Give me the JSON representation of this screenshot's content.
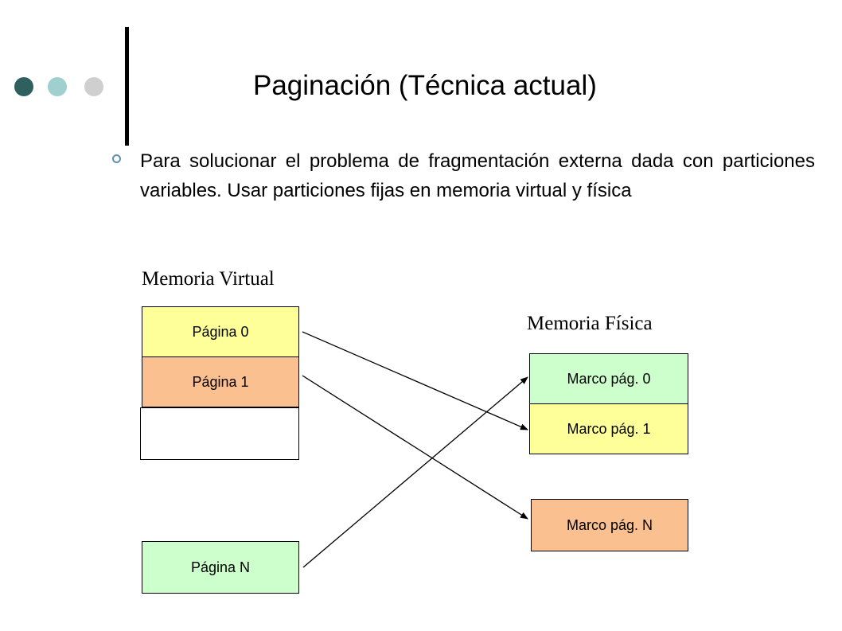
{
  "slide": {
    "title": "Paginación (Técnica actual)",
    "bullet": "Para solucionar el problema de fragmentación externa dada con particiones variables. Usar particiones fijas en memoria virtual y física"
  },
  "diagram": {
    "virtual_label": "Memoria Virtual",
    "physical_label": "Memoria Física",
    "virtual_pages": [
      {
        "label": "Página 0",
        "color": "#ffff99"
      },
      {
        "label": "Página 1",
        "color": "#fac090"
      },
      {
        "label": "",
        "color": "#ffffff"
      },
      {
        "label": "Página N",
        "color": "#ccffcc"
      }
    ],
    "frames": [
      {
        "label": "Marco pág. 0",
        "color": "#ccffcc"
      },
      {
        "label": "Marco pág. 1",
        "color": "#ffff99"
      },
      {
        "label": "Marco pág. N",
        "color": "#fac090"
      }
    ],
    "mappings": [
      {
        "from": "Página 0",
        "to": "Marco pág. 1"
      },
      {
        "from": "Página 1",
        "to": "Marco pág. N"
      },
      {
        "from": "Página N",
        "to": "Marco pág. 0"
      }
    ]
  }
}
